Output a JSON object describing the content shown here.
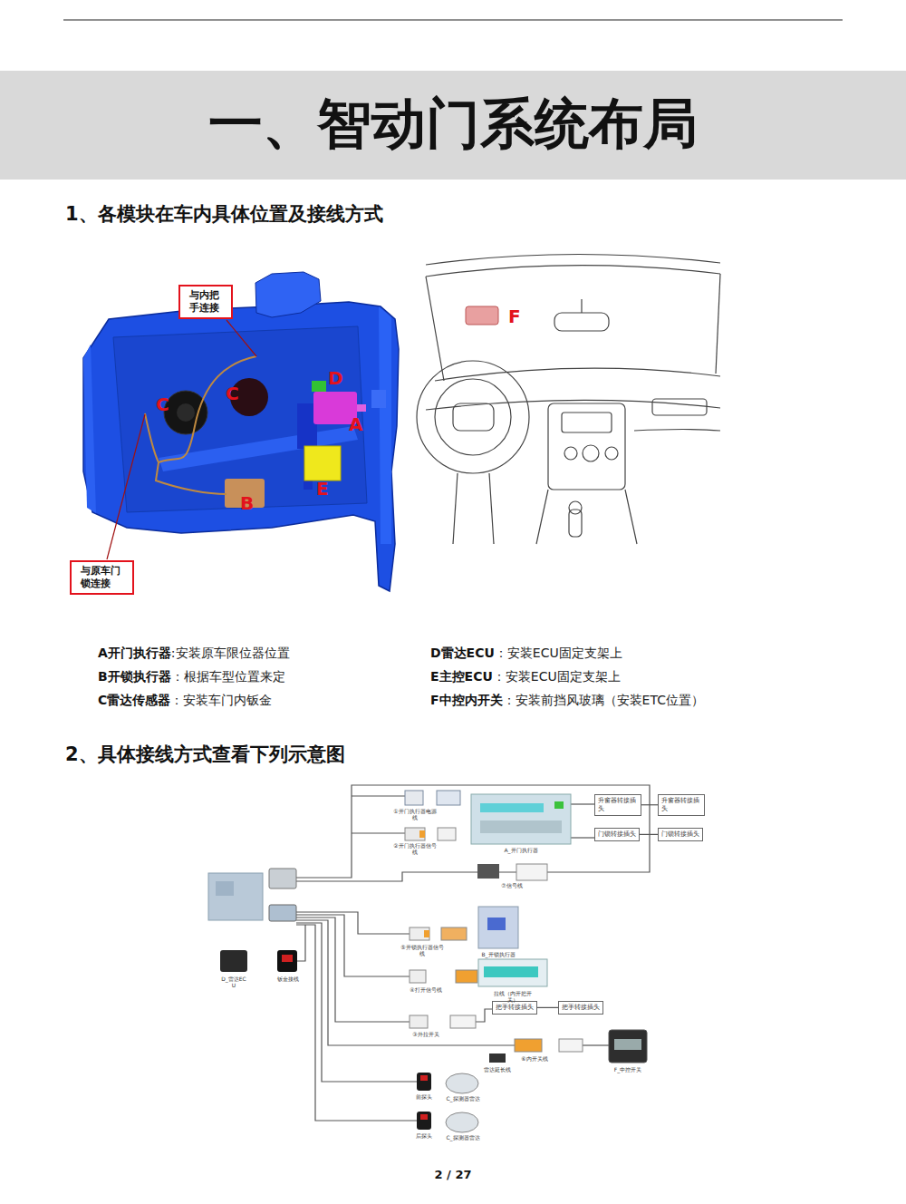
{
  "diagram": {
    "title": "一、智动门系统布局",
    "nodes": [
      {
        "text": [
          "与内把手连接"
        ]
      },
      {
        "text": [
          "与原车门锁连接"
        ]
      },
      {
        "text": [
          "升窗器转接插头"
        ]
      },
      {
        "text": [
          "升窗器转接插头"
        ]
      },
      {
        "text": [
          "门锁转接插头"
        ]
      },
      {
        "text": [
          "门锁转接插头"
        ]
      },
      {
        "text": [
          "把手转接插头"
        ]
      },
      {
        "text": [
          "把手转接插头"
        ]
      }
    ],
    "edges": [
      {
        "from": 2,
        "to": 3,
        "arrow": "none"
      },
      {
        "from": 4,
        "to": 5,
        "arrow": "none"
      },
      {
        "from": 6,
        "to": 7,
        "arrow": "none"
      }
    ],
    "labels": [
      "1、各模块在车内具体位置及接线方式",
      "D",
      "C",
      "C",
      "A",
      "E",
      "B",
      "F",
      "A开门执行器",
      ":安装原车限位器位置",
      "B开锁执行器",
      "：根据车型位置来定",
      "C雷达传感器",
      "：安装车门内钣金",
      "D雷达ECU",
      "：安装ECU固定支架上",
      "E主控ECU",
      "：安装ECU固定支架上",
      "F中控内开关",
      "：安装前挡风玻璃（安装ETC位置）",
      "2、具体接线方式查看下列示意图",
      "①开门执行器电源线",
      "②开门执行器信号线",
      "A_开门执行器",
      "⑦信号线",
      "⑤开锁执行器信号线",
      "B_开锁执行器",
      "D_雷达ECU",
      "钣金接线",
      "④打开信号线",
      "拉线（内开把开关）",
      "③外拉开关",
      "⑥内开关线",
      "雷达延长线",
      "F_中控开关",
      "前探头",
      "C_探测器雷达",
      "后探头",
      "C_探测器雷达",
      "2 / 27"
    ]
  }
}
